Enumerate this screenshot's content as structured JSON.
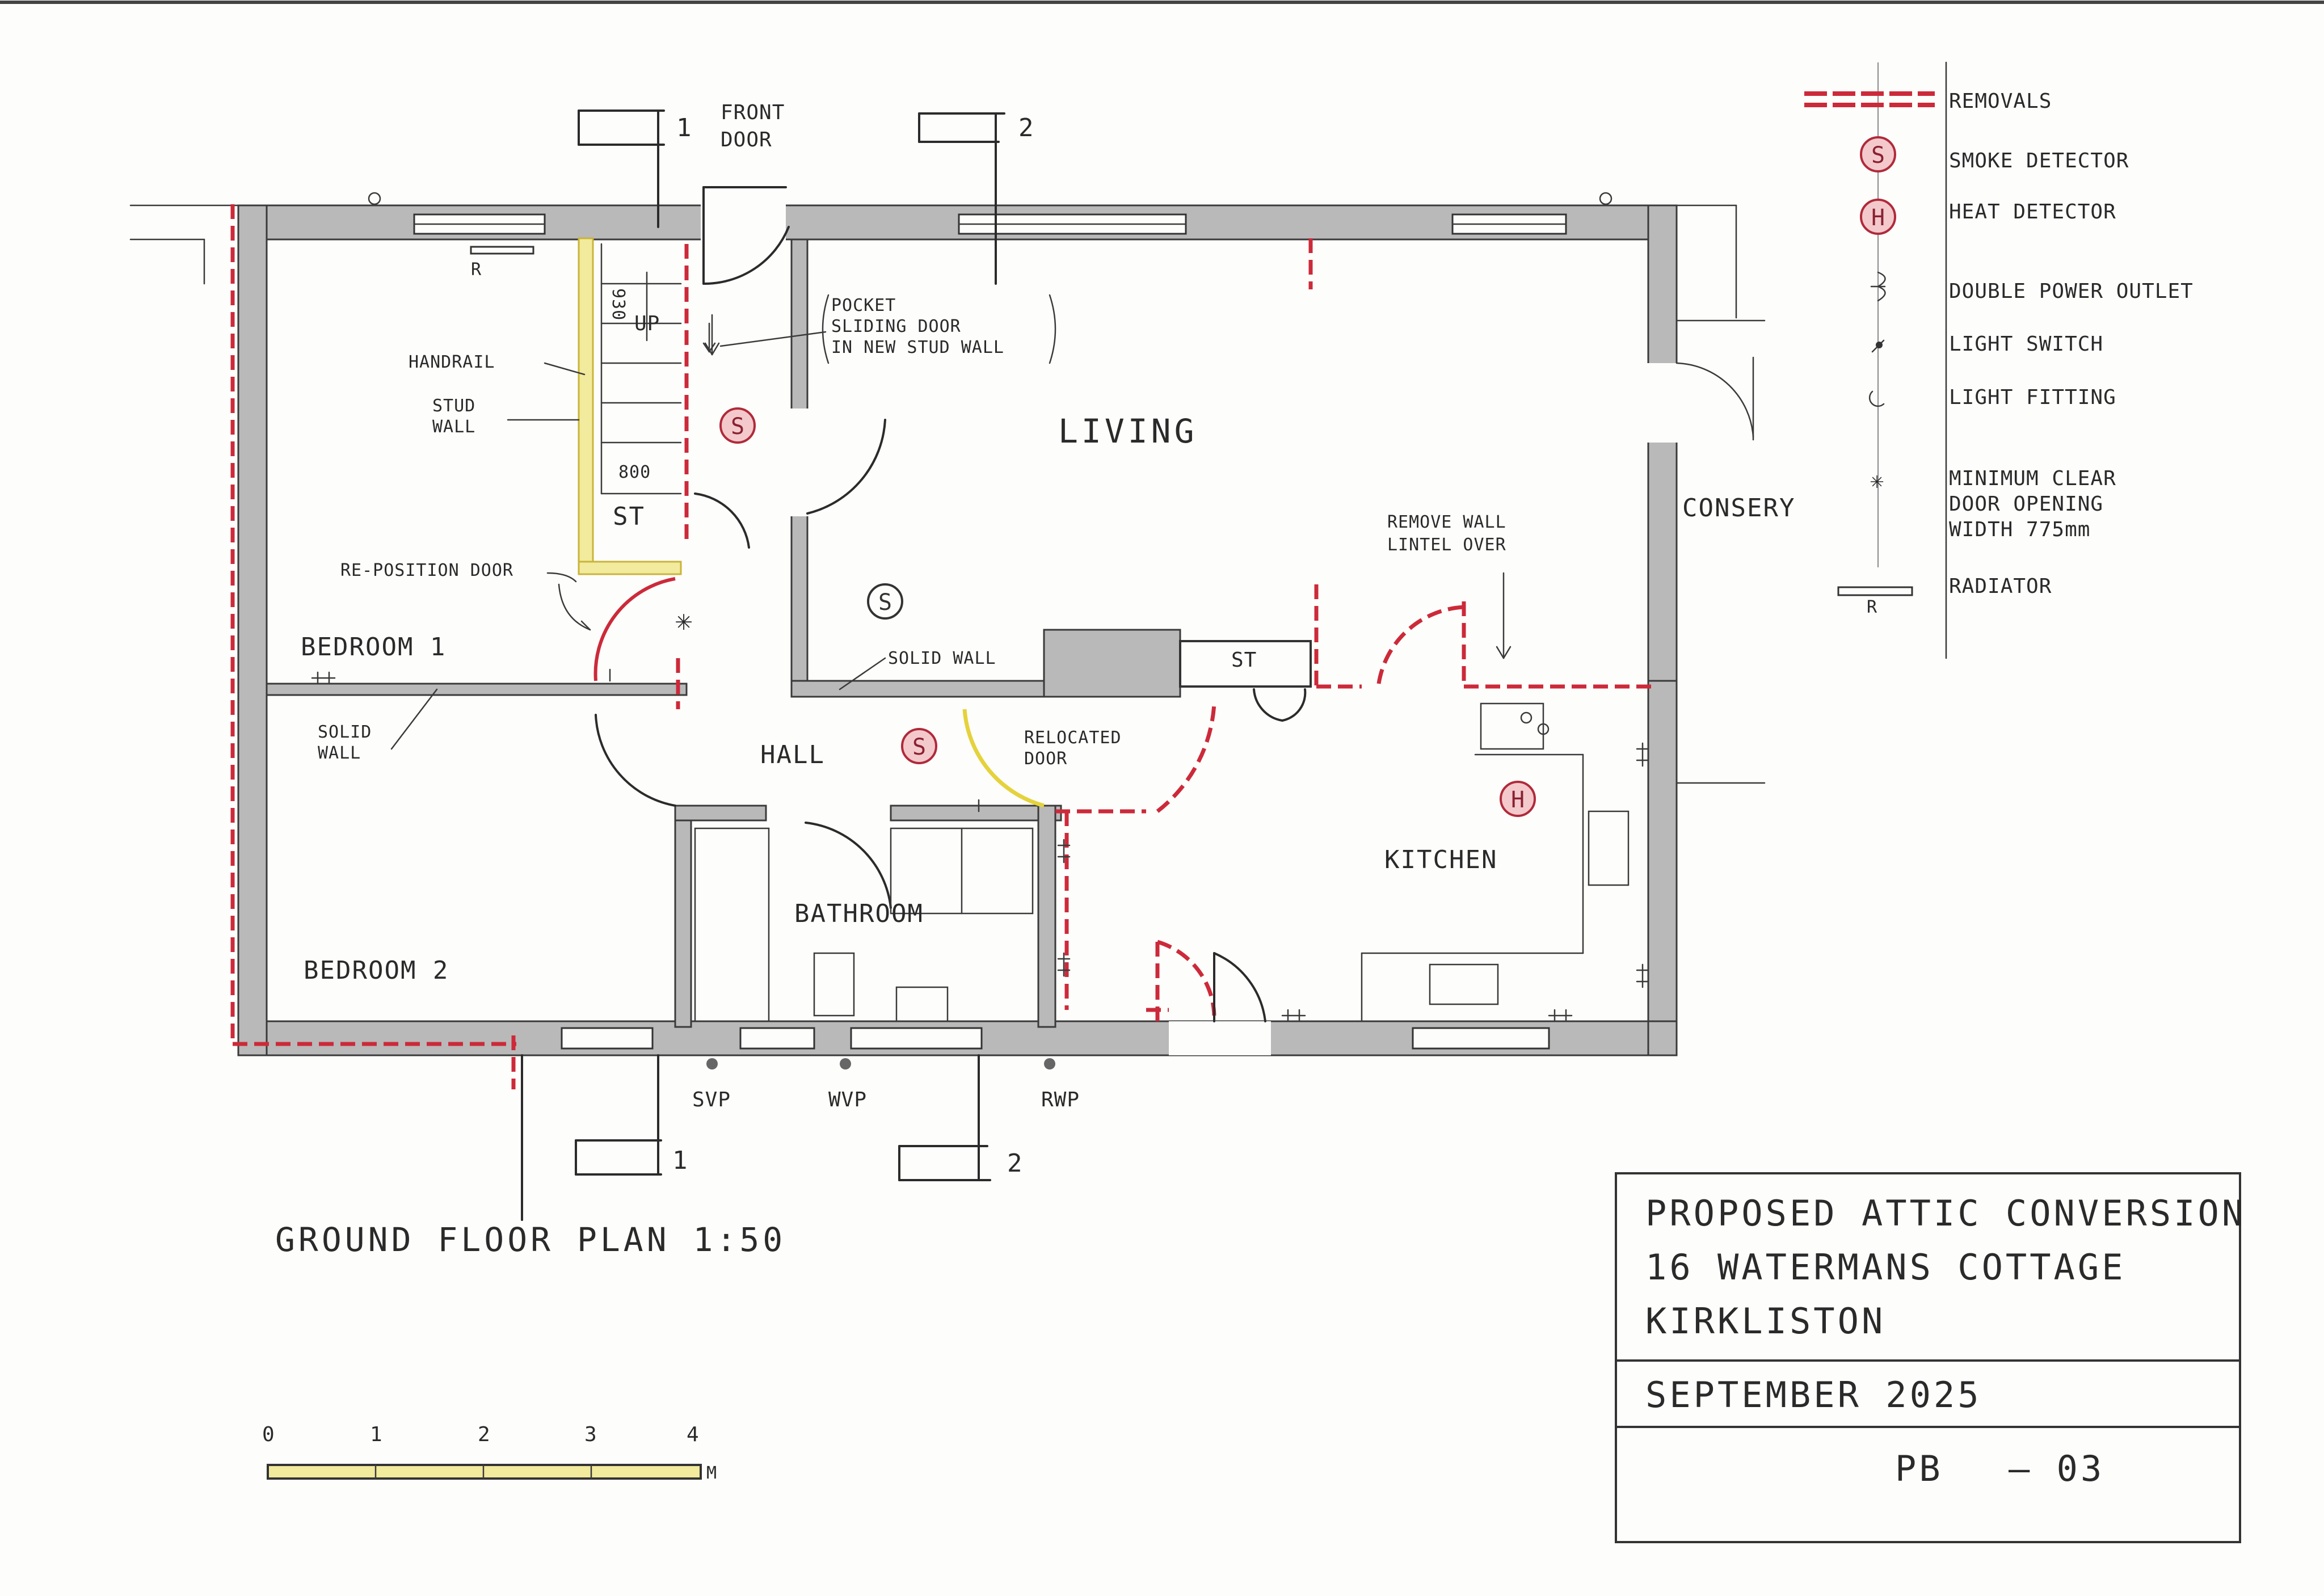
{
  "title": "GROUND FLOOR PLAN 1:50",
  "rooms": {
    "living": "LIVING",
    "hall": "HALL",
    "bedroom1": "BEDROOM 1",
    "bedroom2": "BEDROOM 2",
    "bathroom": "BATHROOM",
    "kitchen": "KITCHEN",
    "consery": "CONSERY",
    "store1": "ST",
    "store2": "ST"
  },
  "notes": {
    "front_door_1": "FRONT",
    "front_door_2": "DOOR",
    "pocket_1": "POCKET",
    "pocket_2": "SLIDING DOOR",
    "pocket_3": "IN NEW STUD WALL",
    "handrail": "HANDRAIL",
    "stud_wall_1": "STUD",
    "stud_wall_2": "WALL",
    "up": "UP",
    "reposition_door": "RE-POSITION DOOR",
    "solid_wall_1": "SOLID",
    "solid_wall_2": "WALL",
    "solid_wall_living": "SOLID WALL",
    "relocated_1": "RELOCATED",
    "relocated_2": "DOOR",
    "remove_wall_1": "REMOVE WALL",
    "remove_wall_2": "LINTEL OVER",
    "dim_930": "930",
    "dim_800": "800",
    "svp": "SVP",
    "wvp": "WVP",
    "rwp": "RWP",
    "radiator_r": "R"
  },
  "section_marks": [
    "1",
    "2",
    "1",
    "2"
  ],
  "legend": {
    "removals": "REMOVALS",
    "smoke": "SMOKE DETECTOR",
    "heat": "HEAT DETECTOR",
    "power": "DOUBLE POWER OUTLET",
    "switch": "LIGHT SWITCH",
    "fitting": "LIGHT FITTING",
    "min_1": "MINIMUM CLEAR",
    "min_2": "DOOR OPENING",
    "min_3": "WIDTH 775mm",
    "radiator": "RADIATOR",
    "radiator_r": "R"
  },
  "detector_symbols": {
    "smoke": "S",
    "heat": "H"
  },
  "scale_bar": {
    "ticks": [
      "0",
      "1",
      "2",
      "3",
      "4"
    ],
    "unit": "M"
  },
  "title_block": {
    "line1": "PROPOSED ATTIC CONVERSION",
    "line2": "16 WATERMANS COTTAGE",
    "line3": "KIRKLISTON",
    "date": "SEPTEMBER 2025",
    "drawing_prefix": "PB",
    "drawing_number": "— 03"
  },
  "colors": {
    "removals": "#cc2a3a",
    "highlight": "#f2ea9c",
    "wall_fill": "#b9b9b9",
    "ink": "#2b2b2b"
  }
}
